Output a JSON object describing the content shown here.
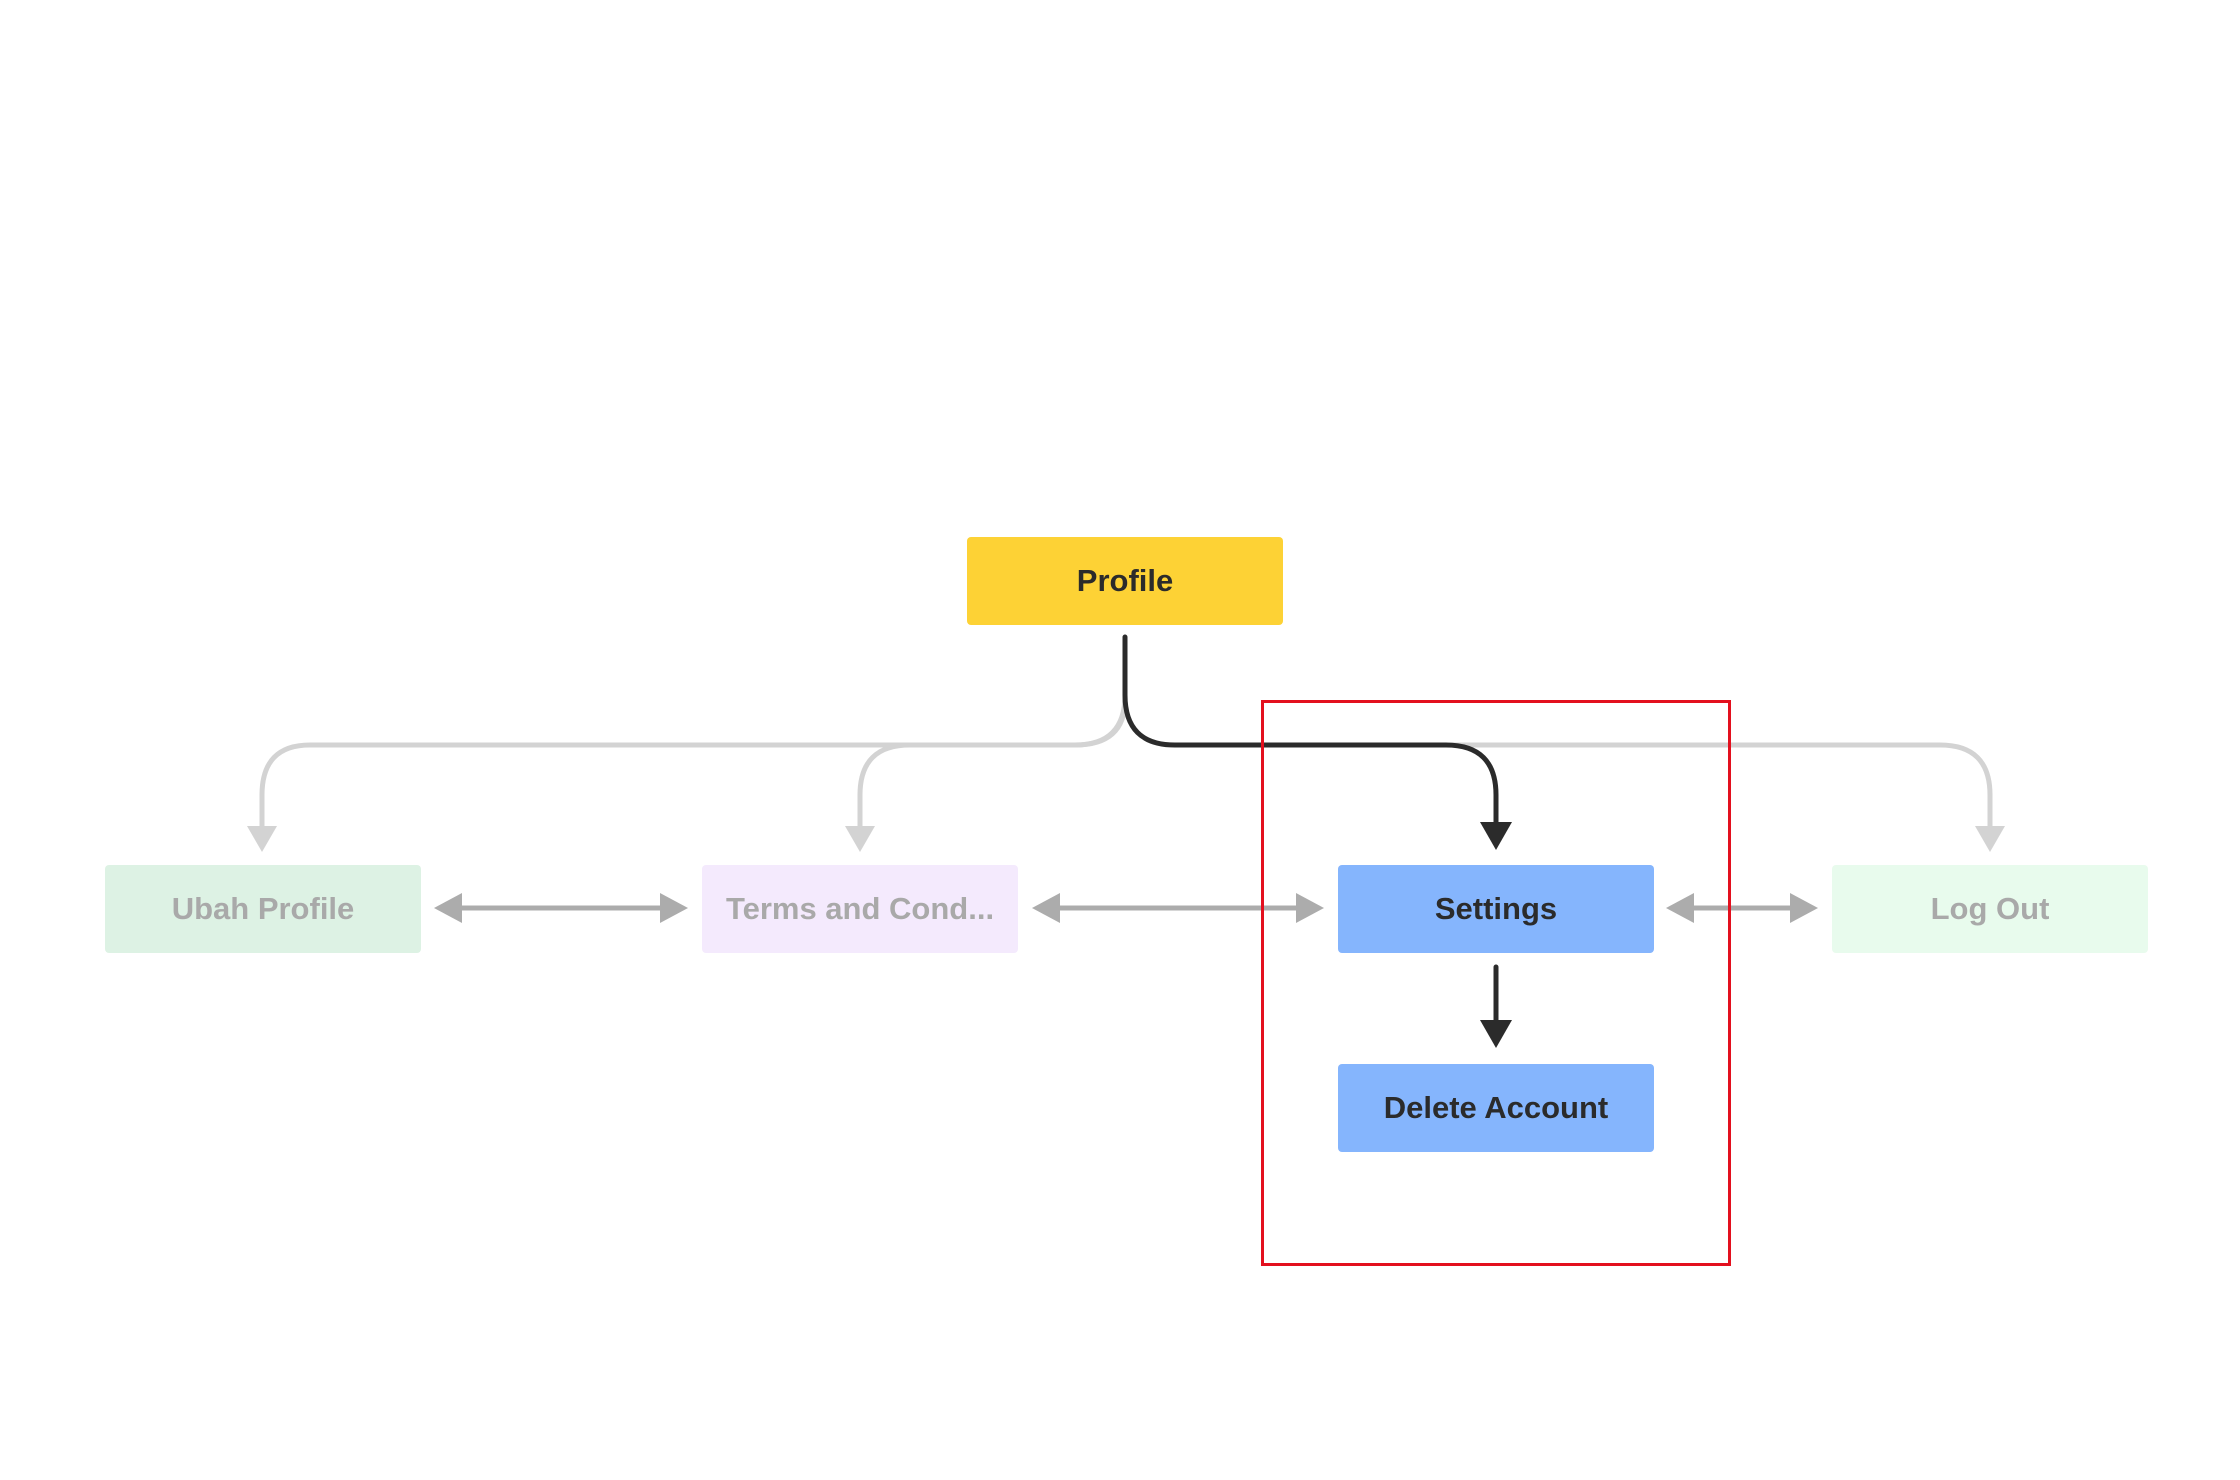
{
  "nodes": {
    "profile": {
      "label": "Profile",
      "fill": "#fdd235",
      "text_color": "#2b2b2b",
      "dimmed": false
    },
    "ubah_profile": {
      "label": "Ubah Profile",
      "fill": "#ddf2e4",
      "text_color": "#a9a9a9",
      "dimmed": true
    },
    "terms": {
      "label": "Terms and Cond...",
      "fill": "#f4eafd",
      "text_color": "#a9a9a9",
      "dimmed": true
    },
    "settings": {
      "label": "Settings",
      "fill": "#85b5fd",
      "text_color": "#2b2b2b",
      "dimmed": false
    },
    "logout": {
      "label": "Log Out",
      "fill": "#e8fbed",
      "text_color": "#a9a9a9",
      "dimmed": true
    },
    "delete_account": {
      "label": "Delete Account",
      "fill": "#85b5fd",
      "text_color": "#2b2b2b",
      "dimmed": false
    }
  },
  "edges": [
    {
      "from": "Profile",
      "to": "Ubah Profile",
      "type": "directed",
      "highlighted": false
    },
    {
      "from": "Profile",
      "to": "Terms and Cond...",
      "type": "directed",
      "highlighted": false
    },
    {
      "from": "Profile",
      "to": "Settings",
      "type": "directed",
      "highlighted": true
    },
    {
      "from": "Profile",
      "to": "Log Out",
      "type": "directed",
      "highlighted": false
    },
    {
      "from": "Ubah Profile",
      "to": "Terms and Cond...",
      "type": "bidirectional",
      "highlighted": false
    },
    {
      "from": "Terms and Cond...",
      "to": "Settings",
      "type": "bidirectional",
      "highlighted": false
    },
    {
      "from": "Settings",
      "to": "Log Out",
      "type": "bidirectional",
      "highlighted": false
    },
    {
      "from": "Settings",
      "to": "Delete Account",
      "type": "directed",
      "highlighted": true
    }
  ],
  "colors": {
    "highlight_edge": "#2b2b2b",
    "dim_edge": "#d3d3d3",
    "sibling_edge": "#acacac",
    "focus_box": "#e3101e",
    "background": "#ffffff"
  }
}
